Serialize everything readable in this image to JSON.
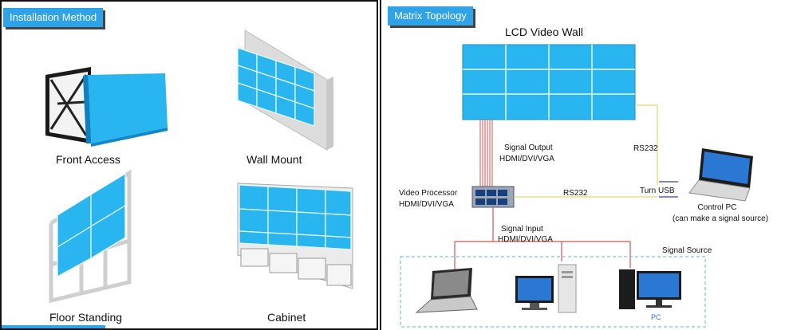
{
  "left": {
    "tag": "Installation Method",
    "items": [
      {
        "label": "Front Access"
      },
      {
        "label": "Wall Mount"
      },
      {
        "label": "Floor Standing"
      },
      {
        "label": "Cabinet"
      }
    ]
  },
  "right": {
    "tag": "Matrix Topology",
    "title": "LCD Video Wall",
    "signal_output": "Signal Output",
    "signal_output_formats": "HDMI/DVI/VGA",
    "rs232_top": "RS232",
    "rs232_mid": "RS232",
    "video_processor": "Video Processor",
    "video_processor_formats": "HDMI/DVI/VGA",
    "turn_usb": "Turn USB",
    "control_pc": "Control PC",
    "control_pc_note": "(can make a signal source)",
    "signal_input": "Signal Input",
    "signal_input_formats": "HDMI/DVI/VGA",
    "signal_source": "Signal Source",
    "pc_label": "PC"
  },
  "colors": {
    "tag_bg": "#2fa3e8",
    "screen_blue": "#29b6f0",
    "screen_light": "#7fd8f8",
    "cable_red": "#d9534f",
    "cable_yellow": "#e8d872",
    "cable_purple": "#6b5b9a",
    "source_border": "#59b7e0"
  }
}
